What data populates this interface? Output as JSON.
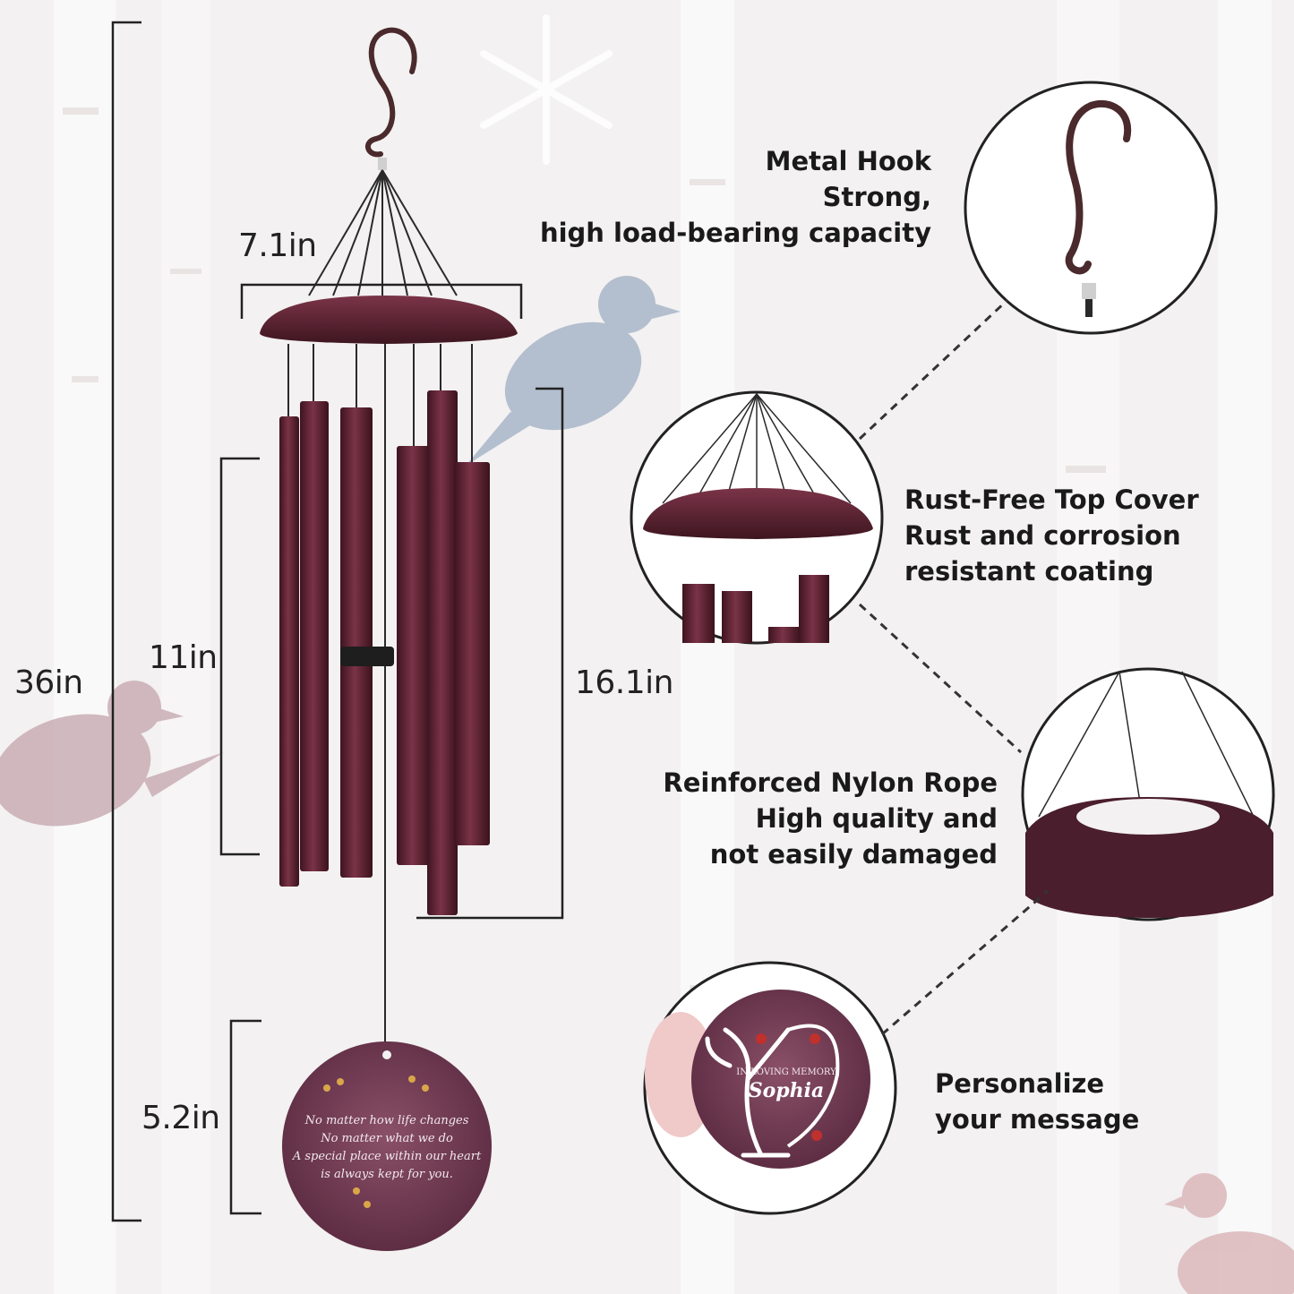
{
  "dimensions": {
    "total_height": "36in",
    "top_width": "7.1in",
    "tube_length": "11in",
    "tube_section": "16.1in",
    "sail_diameter": "5.2in"
  },
  "features": [
    {
      "lines": [
        "Metal Hook",
        "Strong,",
        "high load-bearing capacity"
      ]
    },
    {
      "lines": [
        "Rust-Free Top Cover",
        "Rust and corrosion",
        "resistant coating"
      ]
    },
    {
      "lines": [
        "Reinforced Nylon Rope",
        "High quality and",
        "not easily damaged"
      ]
    },
    {
      "lines": [
        "Personalize",
        "your message"
      ]
    }
  ],
  "sail_text": {
    "lines": [
      "No matter how life changes",
      "No matter what we do",
      "A special place within our heart",
      "is always kept for you."
    ]
  },
  "personalized_sail": {
    "caption": "IN LOVING MEMORY",
    "name": "Sophia"
  },
  "colors": {
    "metal": "#5e2434",
    "metal_dark": "#3a1520",
    "hook": "#4a2a2c",
    "background": "#f3f1f1",
    "bird_blue": "#a9b7c8",
    "bird_mauve": "#c9aeb5"
  }
}
